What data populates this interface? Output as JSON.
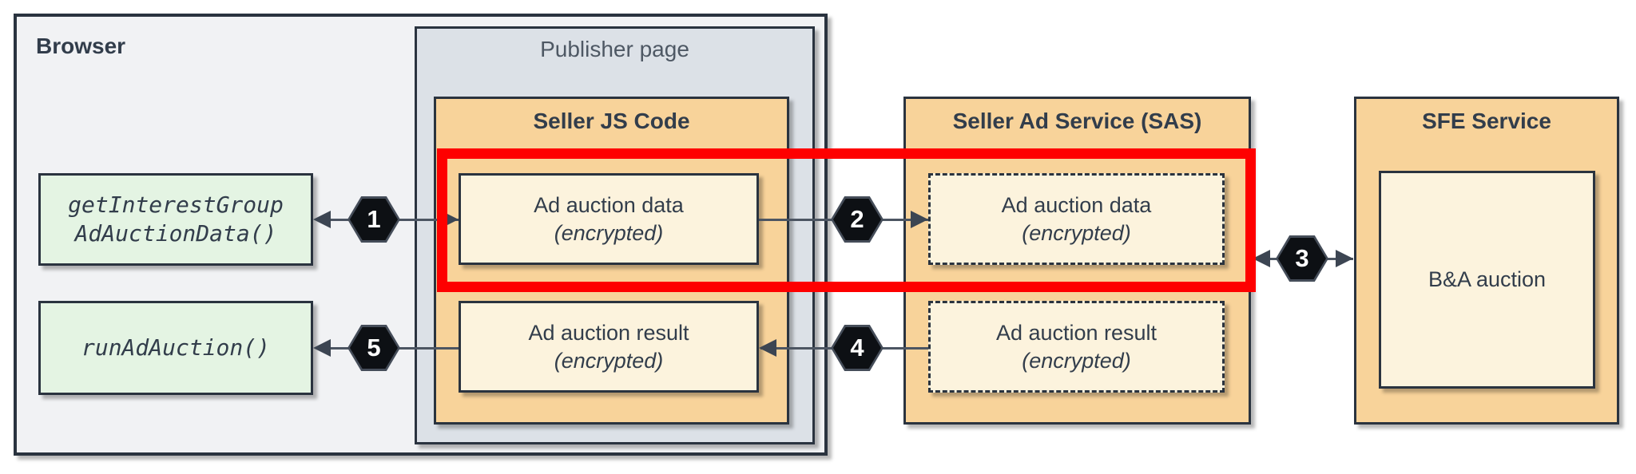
{
  "diagram": {
    "browser": {
      "label": "Browser"
    },
    "publisher": {
      "label": "Publisher page"
    },
    "seller_js": {
      "label": "Seller JS Code",
      "boxes": [
        {
          "line1": "Ad auction data",
          "line2": "(encrypted)"
        },
        {
          "line1": "Ad auction result",
          "line2": "(encrypted)"
        }
      ]
    },
    "sas": {
      "label": "Seller Ad Service (SAS)",
      "boxes": [
        {
          "line1": "Ad auction data",
          "line2": "(encrypted)"
        },
        {
          "line1": "Ad auction result",
          "line2": "(encrypted)"
        }
      ]
    },
    "sfe": {
      "label": "SFE Service",
      "auction_box": {
        "label": "B&A auction"
      }
    },
    "apis": [
      {
        "line1": "getInterestGroup",
        "line2": "AdAuctionData()"
      },
      {
        "line1": "runAdAuction()"
      }
    ],
    "steps": [
      "1",
      "2",
      "3",
      "4",
      "5"
    ],
    "colors": {
      "highlight_red": "#FE0000",
      "container_border": "#2A333F",
      "orange_fill": "#F8D39A",
      "cream_fill": "#FCF3DD",
      "green_fill": "#E4F4E3",
      "browser_fill": "#F1F2F4",
      "publisher_fill": "#DCE1E7",
      "hexagon_fill": "#0D1014",
      "text": "#323D4B"
    }
  }
}
